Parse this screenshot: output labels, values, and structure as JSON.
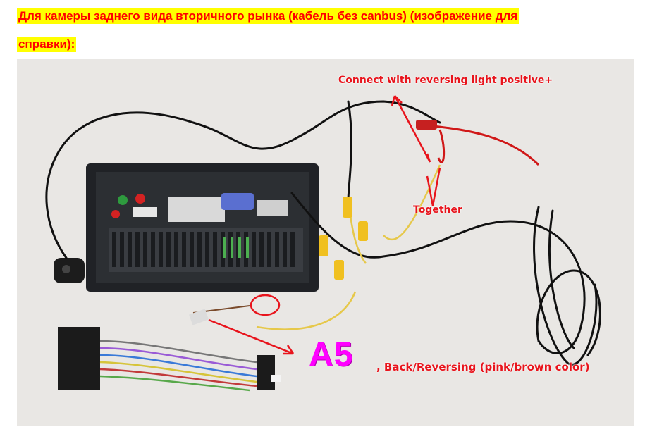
{
  "heading": {
    "line1": "Для камеры заднего вида вторичного рынка (кабель без canbus) (изображение для",
    "line2": "справки):"
  },
  "photo": {
    "labels": {
      "connect": "Connect with reversing light positive+",
      "together": "Together",
      "a5": "A5",
      "back": ", Back/Reversing (pink/brown color)"
    }
  },
  "colors": {
    "heading_text": "#ff0000",
    "heading_highlight": "#ffff00",
    "annotation": "#e8141c",
    "a5": "#ff00ff"
  }
}
